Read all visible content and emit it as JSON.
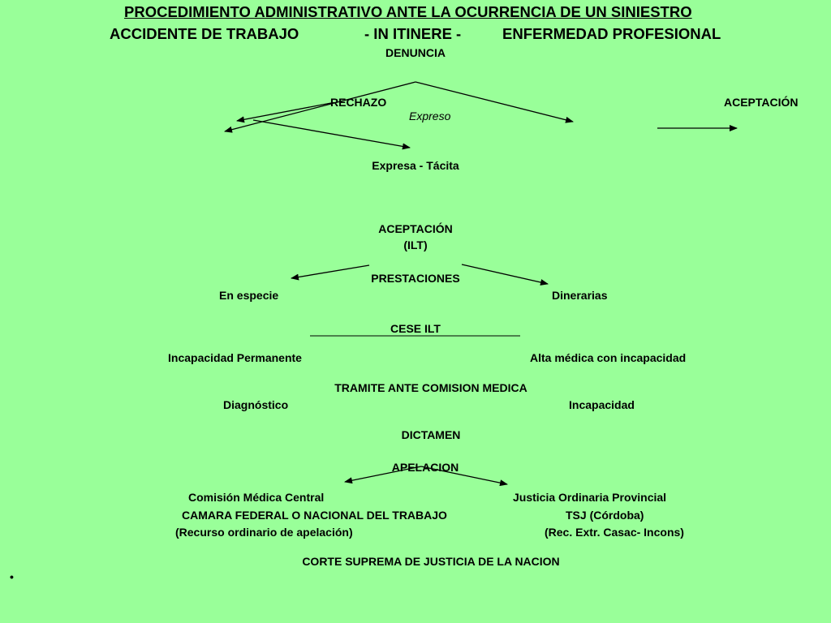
{
  "header": {
    "title": "PROCEDIMIENTO ADMINISTRATIVO ANTE LA OCURRENCIA DE UN SINIESTRO",
    "sub_left": "ACCIDENTE DE TRABAJO",
    "sub_mid": "- IN ITINERE   -",
    "sub_right": "ENFERMEDAD PROFESIONAL"
  },
  "flow": {
    "denuncia": "DENUNCIA",
    "rechazo": "RECHAZO",
    "aceptacion_top": "ACEPTACIÓN",
    "expreso": "Expreso",
    "expresa_tacita": "Expresa - Tácita",
    "aceptacion": "ACEPTACIÓN",
    "ilt": "(ILT)",
    "prestaciones": "PRESTACIONES",
    "en_especie": "En especie",
    "dinerarias": "Dinerarias",
    "cese_ilt": "CESE ILT",
    "incapacidad_permanente": "Incapacidad Permanente",
    "alta_medica": "Alta médica con incapacidad",
    "tramite": "TRAMITE ANTE COMISION MEDICA",
    "diagnostico": "Diagnóstico",
    "incapacidad": "Incapacidad",
    "dictamen": "DICTAMEN",
    "apelacion": "APELACION",
    "comision_central": "Comisión Médica Central",
    "camara": "CAMARA FEDERAL O NACIONAL DEL TRABAJO",
    "recurso": "(Recurso ordinario de apelación)",
    "justicia": "Justicia Ordinaria Provincial",
    "tsj": "TSJ  (Córdoba)",
    "rec_extr": "(Rec. Extr. Casac- Incons)",
    "corte": "CORTE SUPREMA DE JUSTICIA DE LA NACION",
    "bullet": "•"
  }
}
